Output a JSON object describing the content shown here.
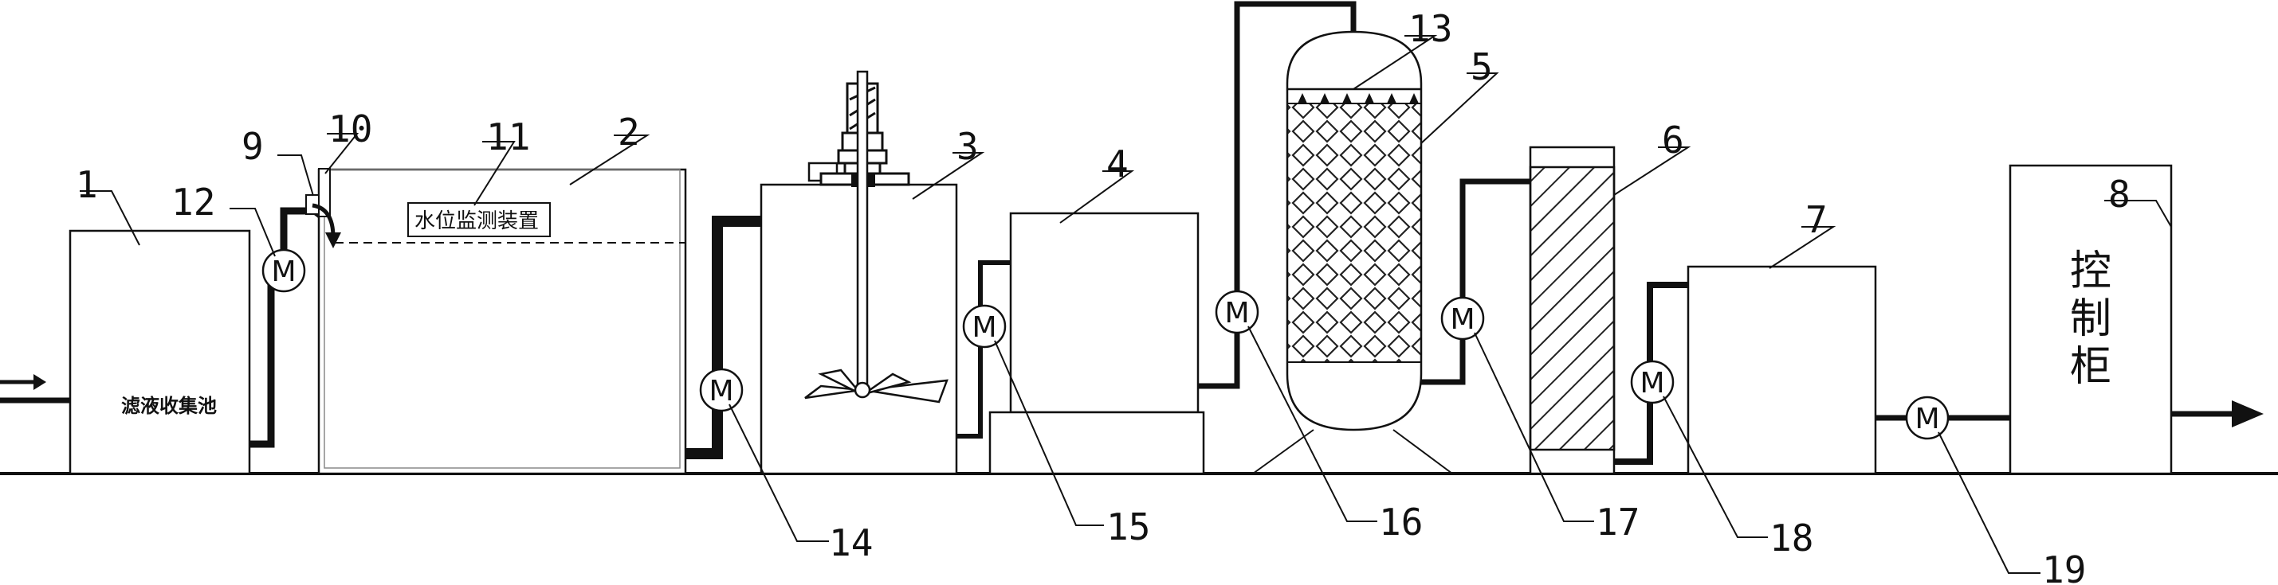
{
  "diagram": {
    "tank_labels": {
      "t1": "滤液收集池",
      "t2_device": "水位监测装置",
      "t8": "控制柜"
    },
    "pump_symbol": "M",
    "callouts": {
      "c1": "1",
      "c2": "2",
      "c3": "3",
      "c4": "4",
      "c5": "5",
      "c6": "6",
      "c7": "7",
      "c8": "8",
      "c9": "9",
      "c10": "10",
      "c11": "11",
      "c12": "12",
      "c13": "13",
      "c14": "14",
      "c15": "15",
      "c16": "16",
      "c17": "17",
      "c18": "18",
      "c19": "19"
    }
  }
}
